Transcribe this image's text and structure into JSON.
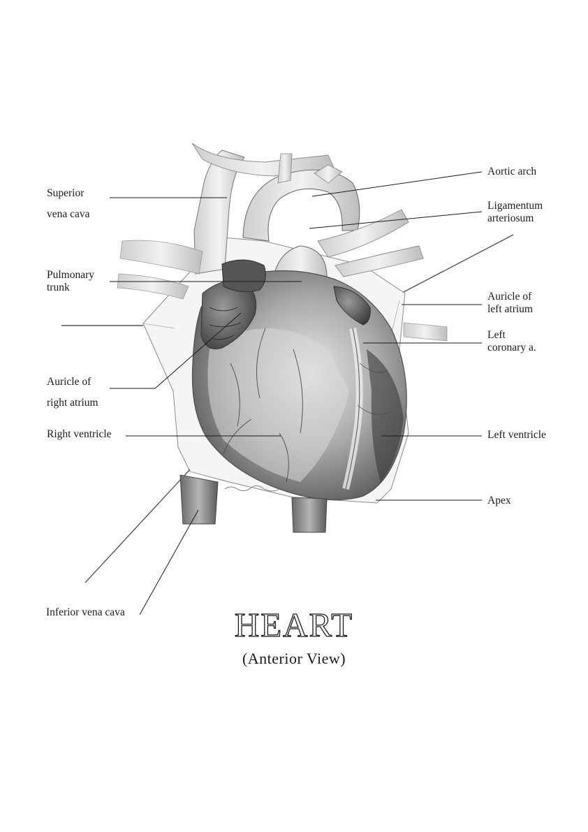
{
  "title": "HEART",
  "subtitle": "(Anterior  View)",
  "labels": {
    "superior_vena_cava_1": "Superior",
    "superior_vena_cava_2": "vena cava",
    "pulmonary_trunk_1": "Pulmonary",
    "pulmonary_trunk_2": "trunk",
    "auricle_right_atrium_1": "Auricle of",
    "auricle_right_atrium_2": "right atrium",
    "right_ventricle": "Right ventricle",
    "inferior_vena_cava": "Inferior vena cava",
    "aortic_arch": "Aortic arch",
    "ligamentum_arteriosum_1": "Ligamentum",
    "ligamentum_arteriosum_2": "arteriosum",
    "auricle_left_atrium_1": "Auricle of",
    "auricle_left_atrium_2": "left atrium",
    "left_coronary_1": "Left",
    "left_coronary_2": "coronary a.",
    "left_ventricle": "Left ventricle",
    "apex": "Apex"
  }
}
